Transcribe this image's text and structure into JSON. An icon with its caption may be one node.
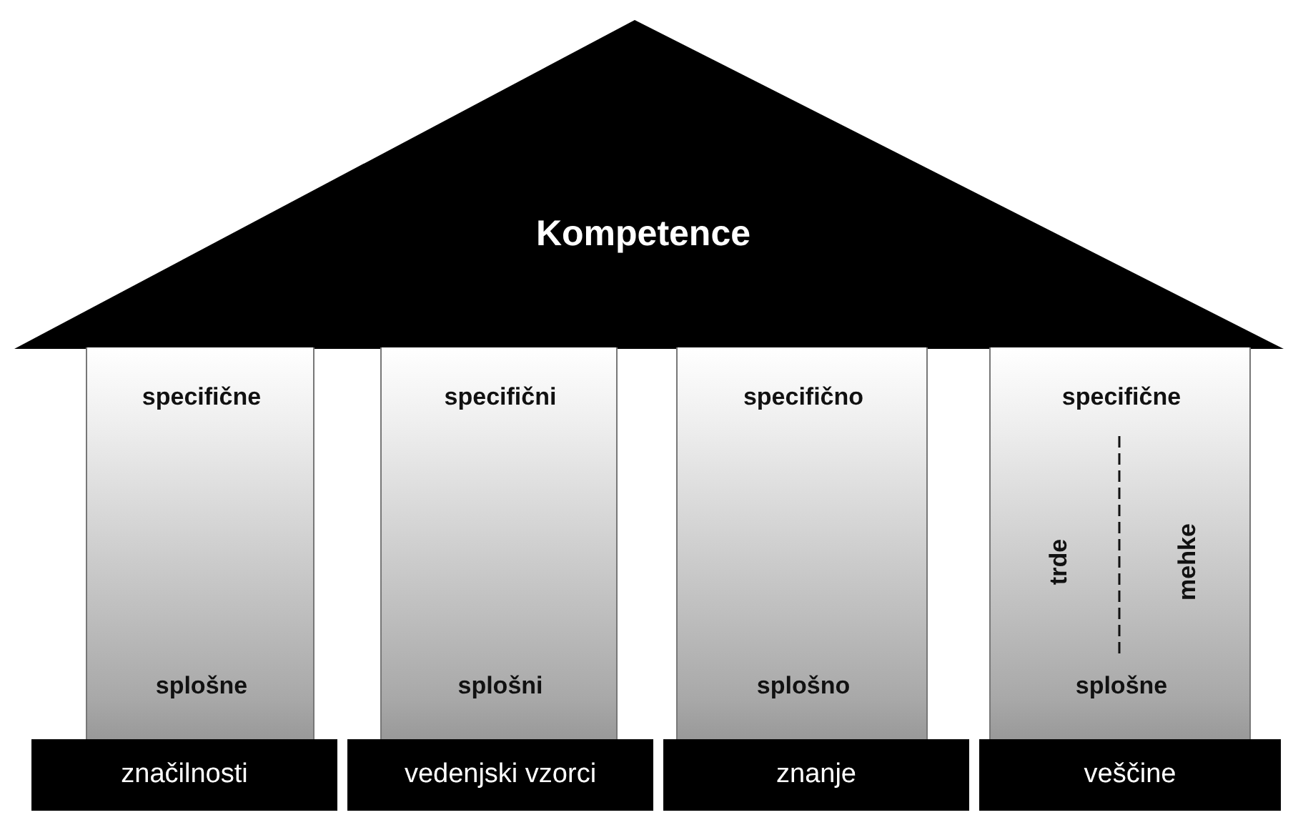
{
  "diagram": {
    "nodes": [
      {
        "text": [
          "Kompetence"
        ]
      },
      {
        "text": [
          "specifične",
          "splošne"
        ]
      },
      {
        "text": [
          "specifični",
          "splošni"
        ]
      },
      {
        "text": [
          "specifično",
          "splošno"
        ]
      },
      {
        "text": [
          "specifične",
          "trde",
          "mehke",
          "splošne"
        ]
      },
      {
        "text": [
          "značilnosti"
        ]
      },
      {
        "text": [
          "vedenjski vzorci"
        ]
      },
      {
        "text": [
          "znanje"
        ]
      },
      {
        "text": [
          "veščine"
        ]
      }
    ],
    "edges": []
  }
}
